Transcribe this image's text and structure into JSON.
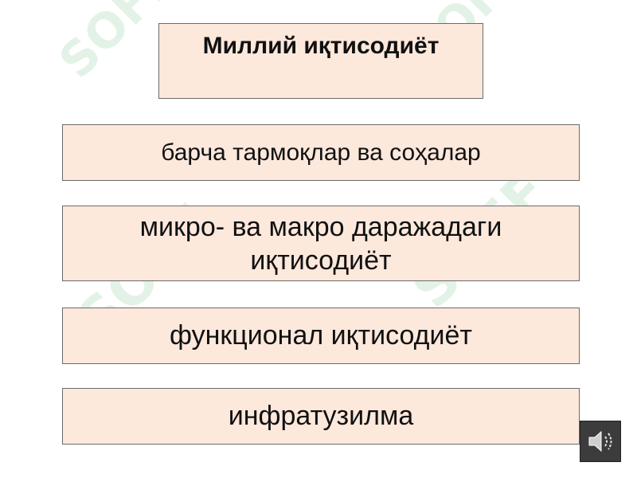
{
  "title": "Миллий иқтисодиёт",
  "items": [
    "барча тармоқлар ва соҳалар",
    "микро- ва макро даражадаги иқтисодиёт",
    "функционал иқтисодиёт",
    "инфратузилма"
  ],
  "watermark_text": "SOFF",
  "colors": {
    "box_fill": "#fde8dc",
    "box_border": "#6b6b6b",
    "watermark": "#58b46a",
    "speaker_bg": "#3c3c3c"
  },
  "icons": {
    "speaker": "speaker-icon"
  }
}
